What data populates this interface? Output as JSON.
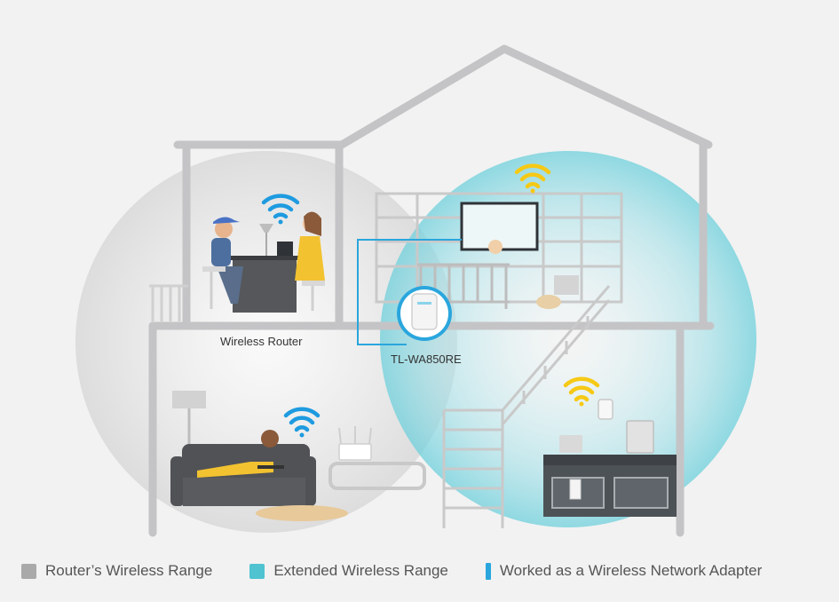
{
  "labels": {
    "router": "Wireless Router",
    "extender": "TL-WA850RE"
  },
  "legend": {
    "router_range": "Router’s Wireless Range",
    "extended_range": "Extended Wireless Range",
    "adapter": "Worked as a Wireless Network Adapter"
  },
  "colors": {
    "router_range": "#a9a9a9",
    "extended_range": "#4fc3d0",
    "adapter": "#2aa6dd",
    "router_wifi": "#1e9be0",
    "extended_wifi": "#f6c915",
    "house": "#c4c4c6"
  },
  "icons": {
    "router_signal": "wifi-icon",
    "extended_signal": "wifi-icon"
  }
}
